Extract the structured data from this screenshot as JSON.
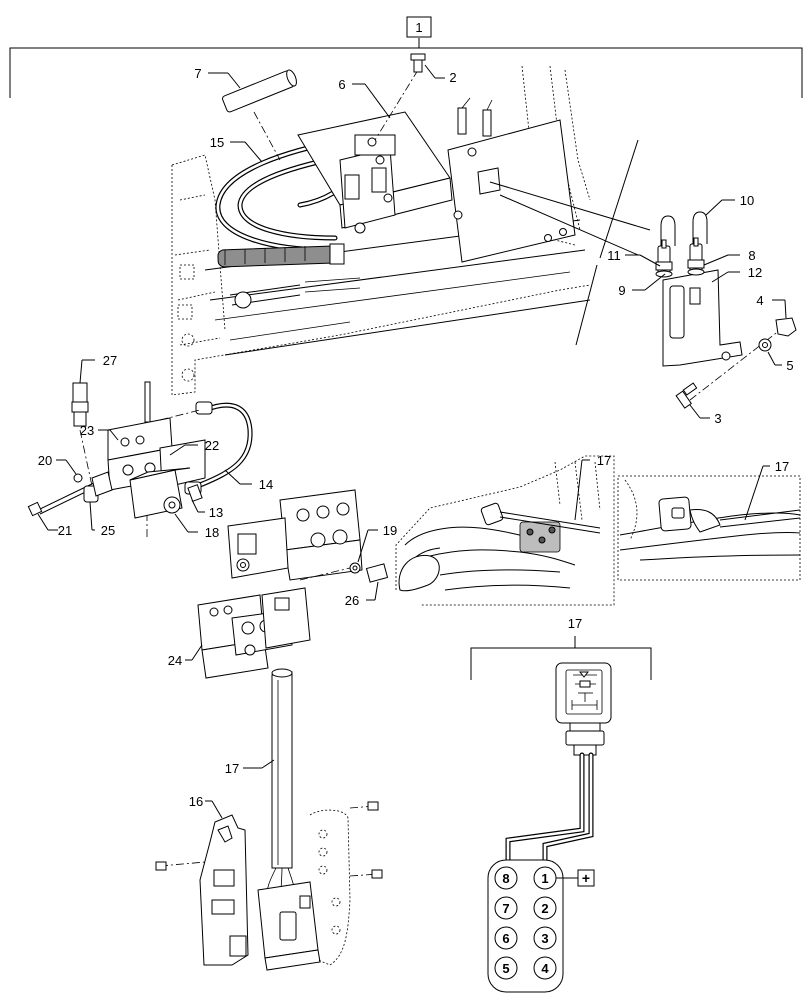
{
  "assembly_label": "1",
  "callouts": {
    "c2": "2",
    "c3": "3",
    "c4": "4",
    "c5": "5",
    "c6": "6",
    "c7": "7",
    "c8": "8",
    "c9": "9",
    "c10": "10",
    "c11": "11",
    "c12": "12",
    "c13": "13",
    "c14": "14",
    "c15": "15",
    "c16": "16",
    "c17a": "17",
    "c17b": "17",
    "c17c": "17",
    "c17d": "17",
    "c18": "18",
    "c19": "19",
    "c20": "20",
    "c21": "21",
    "c22": "22",
    "c23": "23",
    "c24": "24",
    "c25": "25",
    "c26": "26",
    "c27": "27"
  },
  "connector_pins": [
    "8",
    "1",
    "7",
    "2",
    "6",
    "3",
    "5",
    "4"
  ],
  "positive_marker": "+"
}
